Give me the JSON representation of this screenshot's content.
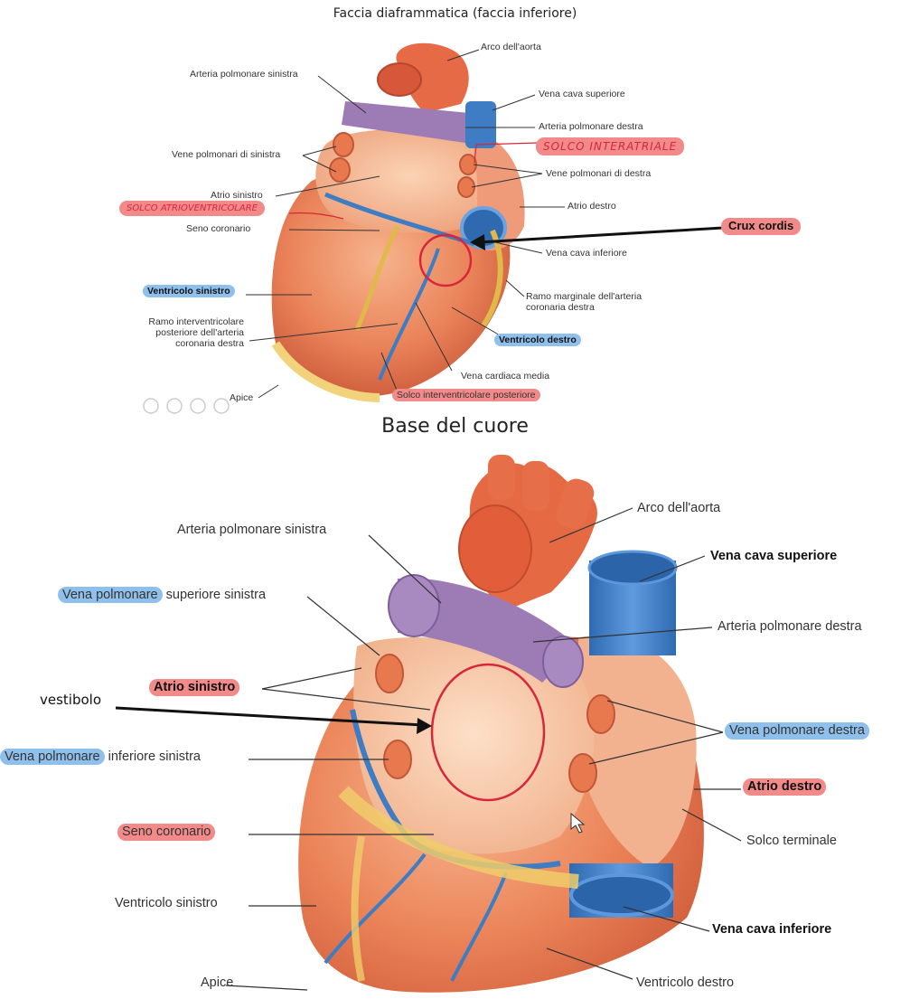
{
  "panel1": {
    "title": "Faccia diaframmatica (faccia inferiore)",
    "labels": {
      "arco_aorta": "Arco dell'aorta",
      "arteria_polmonare_sinistra": "Arteria polmonare sinistra",
      "vena_cava_superiore": "Vena cava superiore",
      "arteria_polmonare_destra": "Arteria polmonare destra",
      "vene_polmonari_sinistra": "Vene polmonari di sinistra",
      "vene_polmonari_destra": "Vene polmonari di destra",
      "atrio_sinistro": "Atrio sinistro",
      "atrio_destro": "Atrio destro",
      "seno_coronario": "Seno coronario",
      "crux_cordis": "Crux cordis",
      "vena_cava_inferiore": "Vena cava inferiore",
      "ventricolo_sinistro": "Ventricolo sinistro",
      "ramo_marginale": "Ramo marginale dell'arteria coronaria destra",
      "ramo_interventricolare": "Ramo interventricolare posteriore dell'arteria coronaria destra",
      "ventricolo_destro": "Ventricolo destro",
      "vena_cardiaca_media": "Vena cardiaca media",
      "apice": "Apice",
      "solco_interventricolare": "Solco interventricolare posteriore"
    },
    "handwritten": {
      "solco_interatriale": "SOLCO INTERATRIALE",
      "solco_atrioventricolare": "SOLCO ATRIOVENTRICOLARE"
    }
  },
  "panel2": {
    "title": "Base del cuore",
    "labels": {
      "arco_aorta": "Arco dell'aorta",
      "arteria_polmonare_sinistra": "Arteria polmonare sinistra",
      "vena_cava_superiore": "Vena cava superiore",
      "vena_polmonare_sup_hl": "Vena polmonare",
      "vena_polmonare_sup_rest": " superiore sinistra",
      "arteria_polmonare_destra": "Arteria polmonare destra",
      "atrio_sinistro": "Atrio sinistro",
      "vestibolo": "vestibolo",
      "vena_polmonare_destra": "Vena polmonare destra",
      "vena_polmonare_inf_hl": "Vena polmonare",
      "vena_polmonare_inf_rest": " inferiore sinistra",
      "atrio_destro": "Atrio destro",
      "seno_coronario": "Seno coronario",
      "solco_terminale": "Solco terminale",
      "ventricolo_sinistro": "Ventricolo sinistro",
      "vena_cava_inferiore": "Vena cava inferiore",
      "apice": "Apice",
      "ventricolo_destro": "Ventricolo destro"
    }
  },
  "colors": {
    "highlight_red": "#f28a8a",
    "highlight_blue": "#8fc0ec",
    "annotation_red": "#d8263b",
    "heart_orange": "#e8794f",
    "vein_blue": "#3e7cc4",
    "artery_purple": "#9d7cb6"
  }
}
